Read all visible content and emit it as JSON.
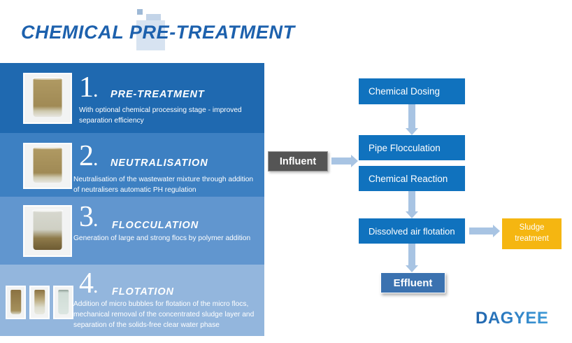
{
  "header": {
    "title": "CHEMICAL PRE-TREATMENT",
    "accent_color": "#1d61ad"
  },
  "steps": [
    {
      "number": "1",
      "label": "PRE-TREATMENT",
      "description": "With optional chemical processing stage - improved separation efficiency",
      "background": "#1f69b0",
      "thumbnail": "beaker-muddy-water"
    },
    {
      "number": "2",
      "label": "NEUTRALISATION",
      "description": "Neutralisation of the wastewater mixture through addition of neutralisers automatic PH regulation",
      "background": "#3d80c2",
      "thumbnail": "beaker-muddy-water"
    },
    {
      "number": "3",
      "label": "FLOCCULATION",
      "description": "Generation of large and strong flocs by polymer addition",
      "background": "#6196cf",
      "thumbnail": "beaker-settled-flocs"
    },
    {
      "number": "4",
      "label": "FLOTATION",
      "description": "Addition of micro bubbles for flotation of the micro flocs, mechanical removal of the concentrated sludge layer and separation of the solids-free clear water phase",
      "background": "#93b6dd",
      "thumbnail": "three-beakers-series"
    }
  ],
  "flow": {
    "influent": "Influent",
    "effluent": "Effluent",
    "boxes": [
      {
        "label": "Chemical Dosing",
        "color": "#1072be"
      },
      {
        "label": "Pipe Flocculation",
        "color": "#1072be"
      },
      {
        "label": "Chemical Reaction",
        "color": "#1072be"
      },
      {
        "label": "Dissolved air flotation",
        "color": "#1072be"
      }
    ],
    "sludge": "Sludge\ntreatment",
    "sludge_line1": "Sludge",
    "sludge_line2": "treatment",
    "sludge_color": "#f5b611",
    "influent_color": "#555555",
    "effluent_color": "#3b72b0",
    "arrow_color": "#a8c4e3"
  },
  "brand": {
    "logo_text": "DAGYEE"
  }
}
